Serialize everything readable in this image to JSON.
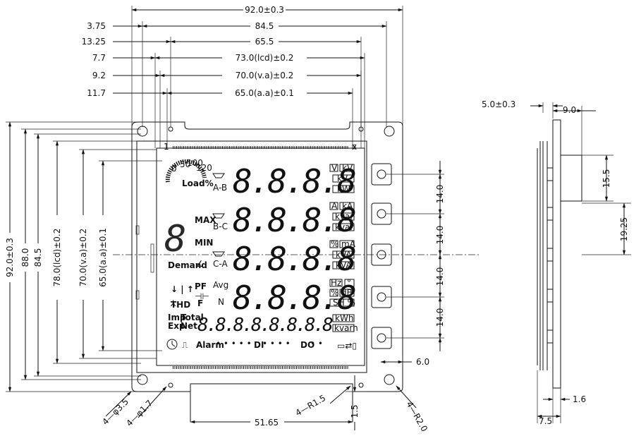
{
  "top_dims": {
    "overall": "92.0±0.3",
    "d84": "84.5",
    "d65": "65.5",
    "lcd": "73.0(lcd)±0.2",
    "va": "70.0(v.a)±0.2",
    "aa": "65.0(a.a)±0.1"
  },
  "left_offsets": [
    "3.75",
    "13.25",
    "7.7",
    "9.2",
    "11.7"
  ],
  "left_dims": {
    "overall": "92.0±0.3",
    "d88": "88.0",
    "d84": "84.5",
    "lcd": "78.0(lcd)±0.2",
    "va": "70.0(v.a)±0.2",
    "aa": "65.0(a.a)±0.1"
  },
  "right_dims": {
    "pitch1": "14.0",
    "pitch2": "14.0",
    "pitch3": "14.0",
    "pitch4": "14.0",
    "edge": "6.0"
  },
  "bottom_dims": {
    "hole_big": "4—φ3.5",
    "hole_small": "4—φ1.7",
    "radius_inner": "4—R1.5",
    "radius_outer": "4—R2.0",
    "tab_width": "51.65",
    "tab_height": "1.5"
  },
  "side_dims": {
    "thickness": "5.0±0.3",
    "depth": "9.0",
    "height": "15.5",
    "offset": "19.25",
    "plate": "1.6",
    "total": "7.5"
  },
  "lcd_labels": {
    "load": "Load%",
    "ab": "A-B",
    "bc": "B-C",
    "ca": "C-A",
    "max": "MAX",
    "min": "MIN",
    "demand": "Demand",
    "avg": "Avg",
    "n": "N",
    "pf": "PF",
    "f": "F",
    "thd": "THD",
    "imp": "Imp",
    "total": "Total",
    "exp": "Exp",
    "net": "Net",
    "alarm": "Alarm",
    "di": "DI",
    "do": "DO",
    "digits_big": "8.8.8.8",
    "digits_small": "8.8.8.8.8.8.8.8",
    "scale": [
      "0",
      "50",
      "100",
      "120"
    ],
    "units": {
      "r1": [
        "V",
        "kV",
        "kW"
      ],
      "r2": [
        "A",
        "kA",
        "kvar"
      ],
      "r3": [
        "%",
        "mA",
        "kVA"
      ],
      "r4": [
        "Hz",
        "°",
        "dB",
        "SH %"
      ],
      "r5": [
        "kWh",
        "kvarh"
      ]
    }
  }
}
